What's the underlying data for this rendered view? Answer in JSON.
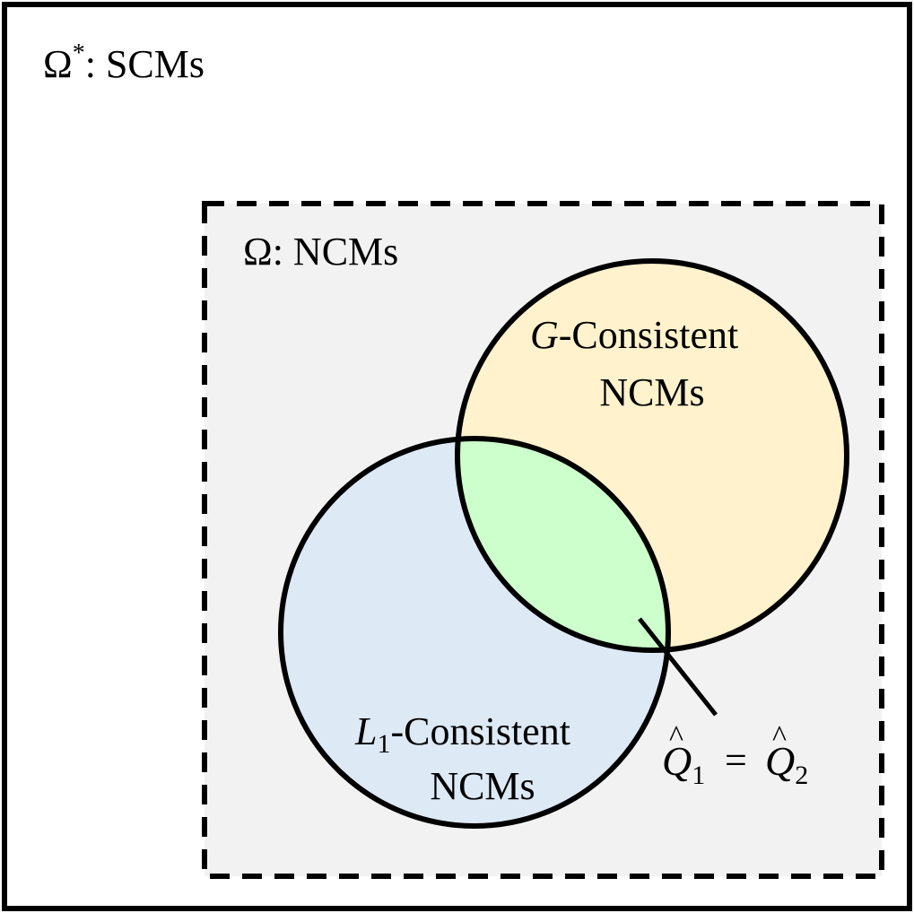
{
  "outer": {
    "symbol": "Ω",
    "superscript": "*",
    "label": ": SCMs"
  },
  "inner": {
    "symbol": "Ω",
    "label": ": NCMs"
  },
  "g_set": {
    "var": "G",
    "line1": "-Consistent",
    "line2": "NCMs",
    "fill": "#fff2cc"
  },
  "l_set": {
    "var": "L",
    "sub": "1",
    "line1": "-Consistent",
    "line2": "NCMs",
    "fill": "#dde9f5"
  },
  "intersection": {
    "fill": "#ccffcc"
  },
  "pointer": {
    "q": "Q",
    "hat": "^",
    "sub1": "1",
    "eq": "=",
    "sub2": "2"
  },
  "colors": {
    "inner_bg": "#f2f2f2",
    "stroke": "#000000"
  }
}
